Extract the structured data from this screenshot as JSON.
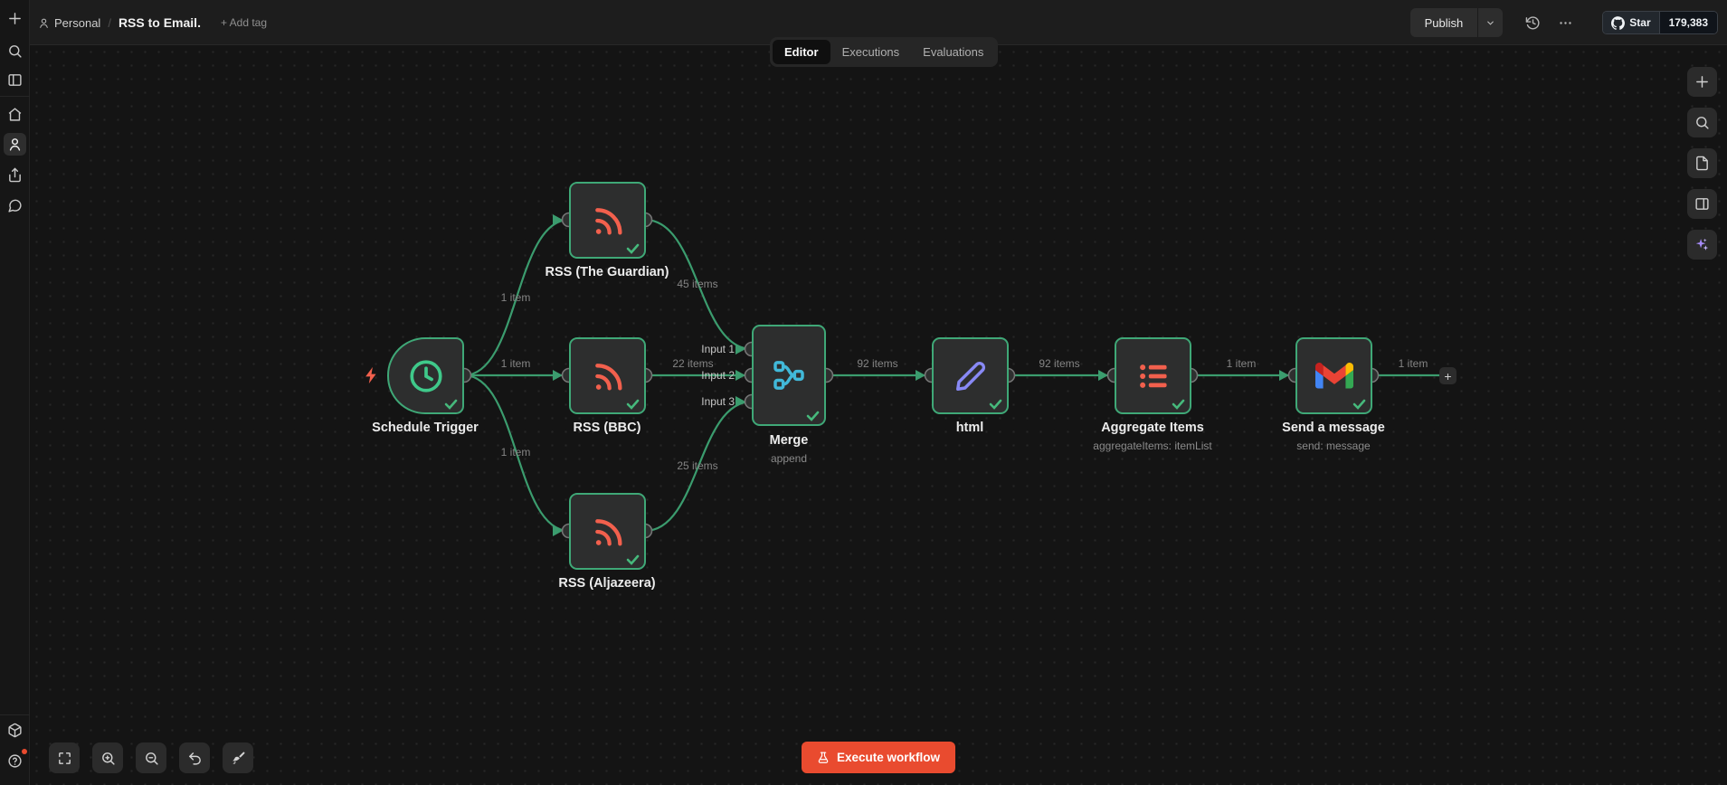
{
  "header": {
    "project": "Personal",
    "separator": "/",
    "workflow_title": "RSS to Email.",
    "add_tag_label": "+ Add tag",
    "tabs": [
      {
        "label": "Editor",
        "active": true
      },
      {
        "label": "Executions",
        "active": false
      },
      {
        "label": "Evaluations",
        "active": false
      }
    ],
    "publish_label": "Publish",
    "github": {
      "star_label": "Star",
      "star_count": "179,383"
    }
  },
  "canvas": {
    "nodes": [
      {
        "name": "Schedule Trigger",
        "subtitle": "",
        "icon": "clock-icon"
      },
      {
        "name": "RSS (The Guardian)",
        "subtitle": "",
        "icon": "rss-icon"
      },
      {
        "name": "RSS (BBC)",
        "subtitle": "",
        "icon": "rss-icon"
      },
      {
        "name": "RSS (Aljazeera)",
        "subtitle": "",
        "icon": "rss-icon"
      },
      {
        "name": "Merge",
        "subtitle": "append",
        "icon": "merge-icon"
      },
      {
        "name": "html",
        "subtitle": "",
        "icon": "pencil-icon"
      },
      {
        "name": "Aggregate Items",
        "subtitle": "aggregateItems: itemList",
        "icon": "list-icon"
      },
      {
        "name": "Send a message",
        "subtitle": "send: message",
        "icon": "gmail-icon"
      }
    ],
    "merge_inputs": [
      "Input 1",
      "Input 2",
      "Input 3"
    ],
    "edge_labels": {
      "trigger_guardian": "1 item",
      "trigger_bbc": "1 item",
      "trigger_aljazeera": "1 item",
      "guardian_merge": "45 items",
      "bbc_merge": "22 items",
      "aljazeera_merge": "25 items",
      "merge_html": "92 items",
      "html_aggregate": "92 items",
      "aggregate_send": "1 item",
      "send_out": "1 item"
    },
    "plus_endpoint": "+"
  },
  "footer": {
    "execute_label": "Execute workflow"
  },
  "colors": {
    "node_border_green": "#3fa877",
    "edge_green": "#3b9c6e",
    "rss_orange": "#f2604d",
    "merge_blue": "#41b9d9",
    "html_purple": "#8889f5",
    "execute_red": "#e94b2f",
    "canvas_bg": "#141414",
    "node_bg": "#2d2e2e"
  }
}
